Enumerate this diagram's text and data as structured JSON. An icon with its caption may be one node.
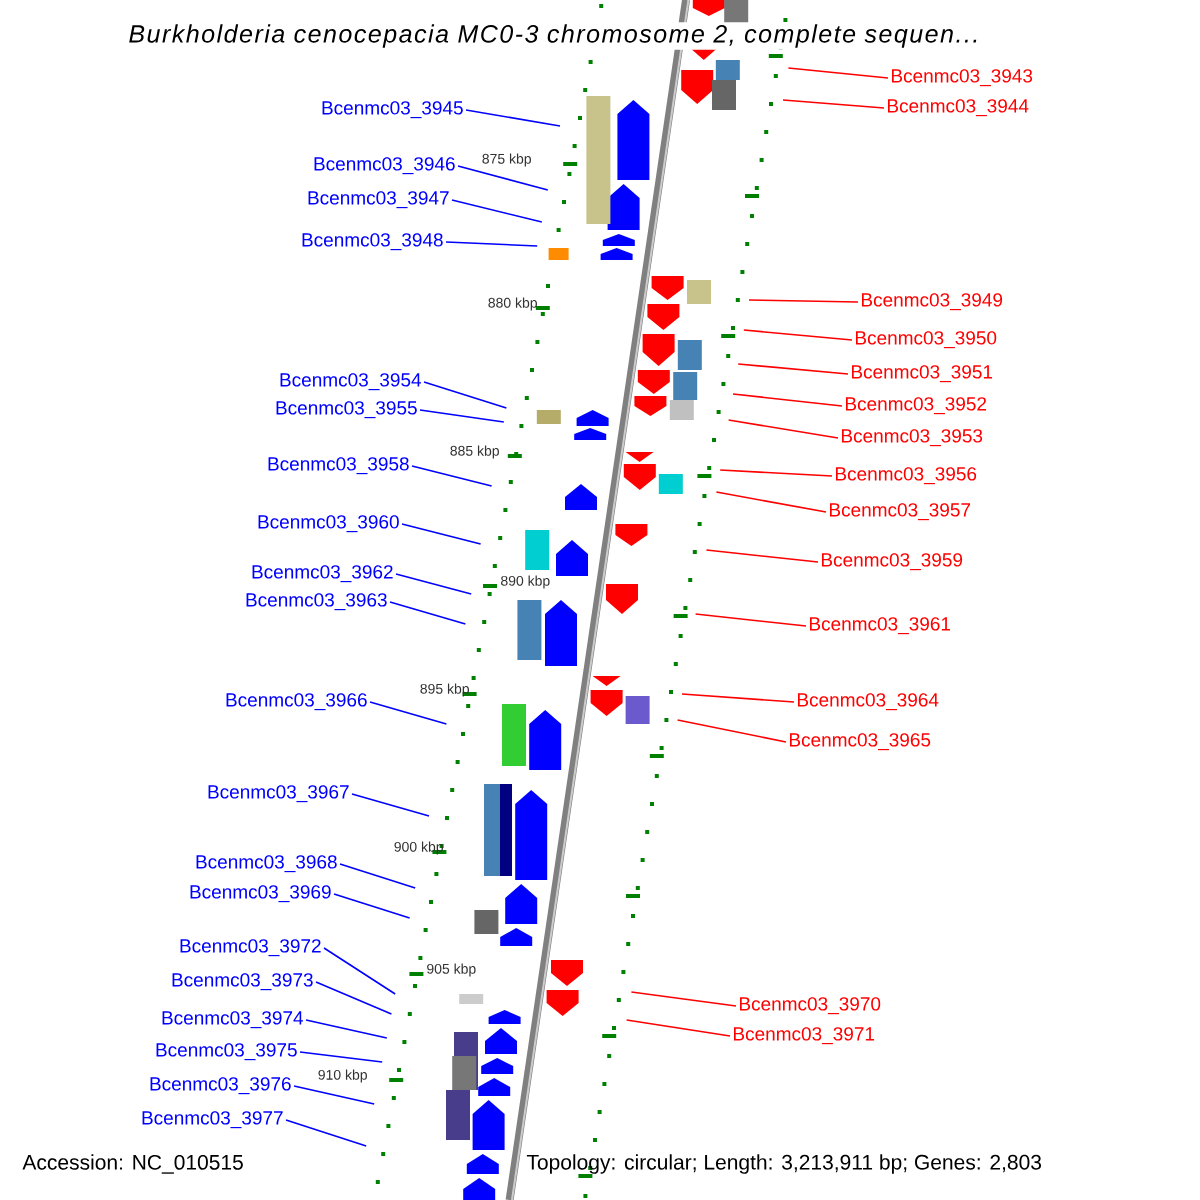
{
  "diagram": {
    "title": "Burkholderia cenocepacia MC0-3 chromosome 2, complete sequen...",
    "nodes": [
      {
        "text": [
          "Bcenmc03_3943"
        ]
      },
      {
        "text": [
          "Bcenmc03_3944"
        ]
      },
      {
        "text": [
          "Bcenmc03_3945"
        ]
      },
      {
        "text": [
          "Bcenmc03_3946"
        ]
      },
      {
        "text": [
          "Bcenmc03_3947"
        ]
      },
      {
        "text": [
          "Bcenmc03_3948"
        ]
      },
      {
        "text": [
          "Bcenmc03_3949"
        ]
      },
      {
        "text": [
          "Bcenmc03_3950"
        ]
      },
      {
        "text": [
          "Bcenmc03_3951"
        ]
      },
      {
        "text": [
          "Bcenmc03_3954"
        ]
      },
      {
        "text": [
          "Bcenmc03_3952"
        ]
      },
      {
        "text": [
          "Bcenmc03_3955"
        ]
      },
      {
        "text": [
          "Bcenmc03_3953"
        ]
      },
      {
        "text": [
          "Bcenmc03_3958"
        ]
      },
      {
        "text": [
          "Bcenmc03_3956"
        ]
      },
      {
        "text": [
          "Bcenmc03_3957"
        ]
      },
      {
        "text": [
          "Bcenmc03_3960"
        ]
      },
      {
        "text": [
          "Bcenmc03_3959"
        ]
      },
      {
        "text": [
          "Bcenmc03_3962"
        ]
      },
      {
        "text": [
          "Bcenmc03_3963"
        ]
      },
      {
        "text": [
          "Bcenmc03_3961"
        ]
      },
      {
        "text": [
          "Bcenmc03_3966"
        ]
      },
      {
        "text": [
          "Bcenmc03_3964"
        ]
      },
      {
        "text": [
          "Bcenmc03_3965"
        ]
      },
      {
        "text": [
          "Bcenmc03_3967"
        ]
      },
      {
        "text": [
          "Bcenmc03_3968"
        ]
      },
      {
        "text": [
          "Bcenmc03_3969"
        ]
      },
      {
        "text": [
          "Bcenmc03_3972"
        ]
      },
      {
        "text": [
          "Bcenmc03_3973"
        ]
      },
      {
        "text": [
          "Bcenmc03_3970"
        ]
      },
      {
        "text": [
          "Bcenmc03_3974"
        ]
      },
      {
        "text": [
          "Bcenmc03_3971"
        ]
      },
      {
        "text": [
          "Bcenmc03_3975"
        ]
      },
      {
        "text": [
          "Bcenmc03_3976"
        ]
      },
      {
        "text": [
          "Bcenmc03_3977"
        ]
      }
    ],
    "edges": [
      {
        "from": 0,
        "to": null,
        "arrow": "none",
        "color": "#ff0000"
      },
      {
        "from": 1,
        "to": null,
        "arrow": "none",
        "color": "#ff0000"
      },
      {
        "from": 2,
        "to": null,
        "arrow": "none"
      },
      {
        "from": 3,
        "to": null,
        "arrow": "none"
      },
      {
        "from": 4,
        "to": null,
        "arrow": "none"
      },
      {
        "from": 5,
        "to": null,
        "arrow": "none"
      },
      {
        "from": 6,
        "to": null,
        "arrow": "none",
        "color": "#ff0000"
      },
      {
        "from": 7,
        "to": null,
        "arrow": "none",
        "color": "#ff0000"
      },
      {
        "from": 8,
        "to": null,
        "arrow": "none",
        "color": "#ff0000"
      },
      {
        "from": 9,
        "to": null,
        "arrow": "none"
      },
      {
        "from": 10,
        "to": null,
        "arrow": "none",
        "color": "#ff0000"
      },
      {
        "from": 11,
        "to": null,
        "arrow": "none"
      },
      {
        "from": 12,
        "to": null,
        "arrow": "none",
        "color": "#ff0000"
      },
      {
        "from": 13,
        "to": null,
        "arrow": "none"
      },
      {
        "from": 14,
        "to": null,
        "arrow": "none",
        "color": "#ff0000"
      },
      {
        "from": 15,
        "to": null,
        "arrow": "none",
        "color": "#ff0000"
      },
      {
        "from": 16,
        "to": null,
        "arrow": "none"
      },
      {
        "from": 17,
        "to": null,
        "arrow": "none",
        "color": "#ff0000"
      },
      {
        "from": 18,
        "to": null,
        "arrow": "none"
      },
      {
        "from": 19,
        "to": null,
        "arrow": "none"
      },
      {
        "from": 20,
        "to": null,
        "arrow": "none",
        "color": "#ff0000"
      },
      {
        "from": 21,
        "to": null,
        "arrow": "none"
      },
      {
        "from": 22,
        "to": null,
        "arrow": "none",
        "color": "#ff0000"
      },
      {
        "from": 23,
        "to": null,
        "arrow": "none",
        "color": "#ff0000"
      },
      {
        "from": 24,
        "to": null,
        "arrow": "none"
      },
      {
        "from": 25,
        "to": null,
        "arrow": "none"
      },
      {
        "from": 26,
        "to": null,
        "arrow": "none"
      },
      {
        "from": 27,
        "to": null,
        "arrow": "none"
      },
      {
        "from": 28,
        "to": null,
        "arrow": "none"
      },
      {
        "from": 29,
        "to": null,
        "arrow": "none",
        "color": "#ff0000"
      },
      {
        "from": 30,
        "to": null,
        "arrow": "none"
      },
      {
        "from": 31,
        "to": null,
        "arrow": "none",
        "color": "#ff0000"
      },
      {
        "from": 32,
        "to": null,
        "arrow": "none"
      },
      {
        "from": 33,
        "to": null,
        "arrow": "none"
      },
      {
        "from": 34,
        "to": null,
        "arrow": "none"
      }
    ],
    "labels": [
      "875 kbp",
      "880 kbp",
      "885 kbp",
      "890 kbp",
      "895 kbp",
      "900 kbp",
      "905 kbp",
      "910 kbp",
      "Accession: NC_010515",
      "Topology: circular; Length: 3,213,911 bp; Genes: 2,803"
    ]
  }
}
